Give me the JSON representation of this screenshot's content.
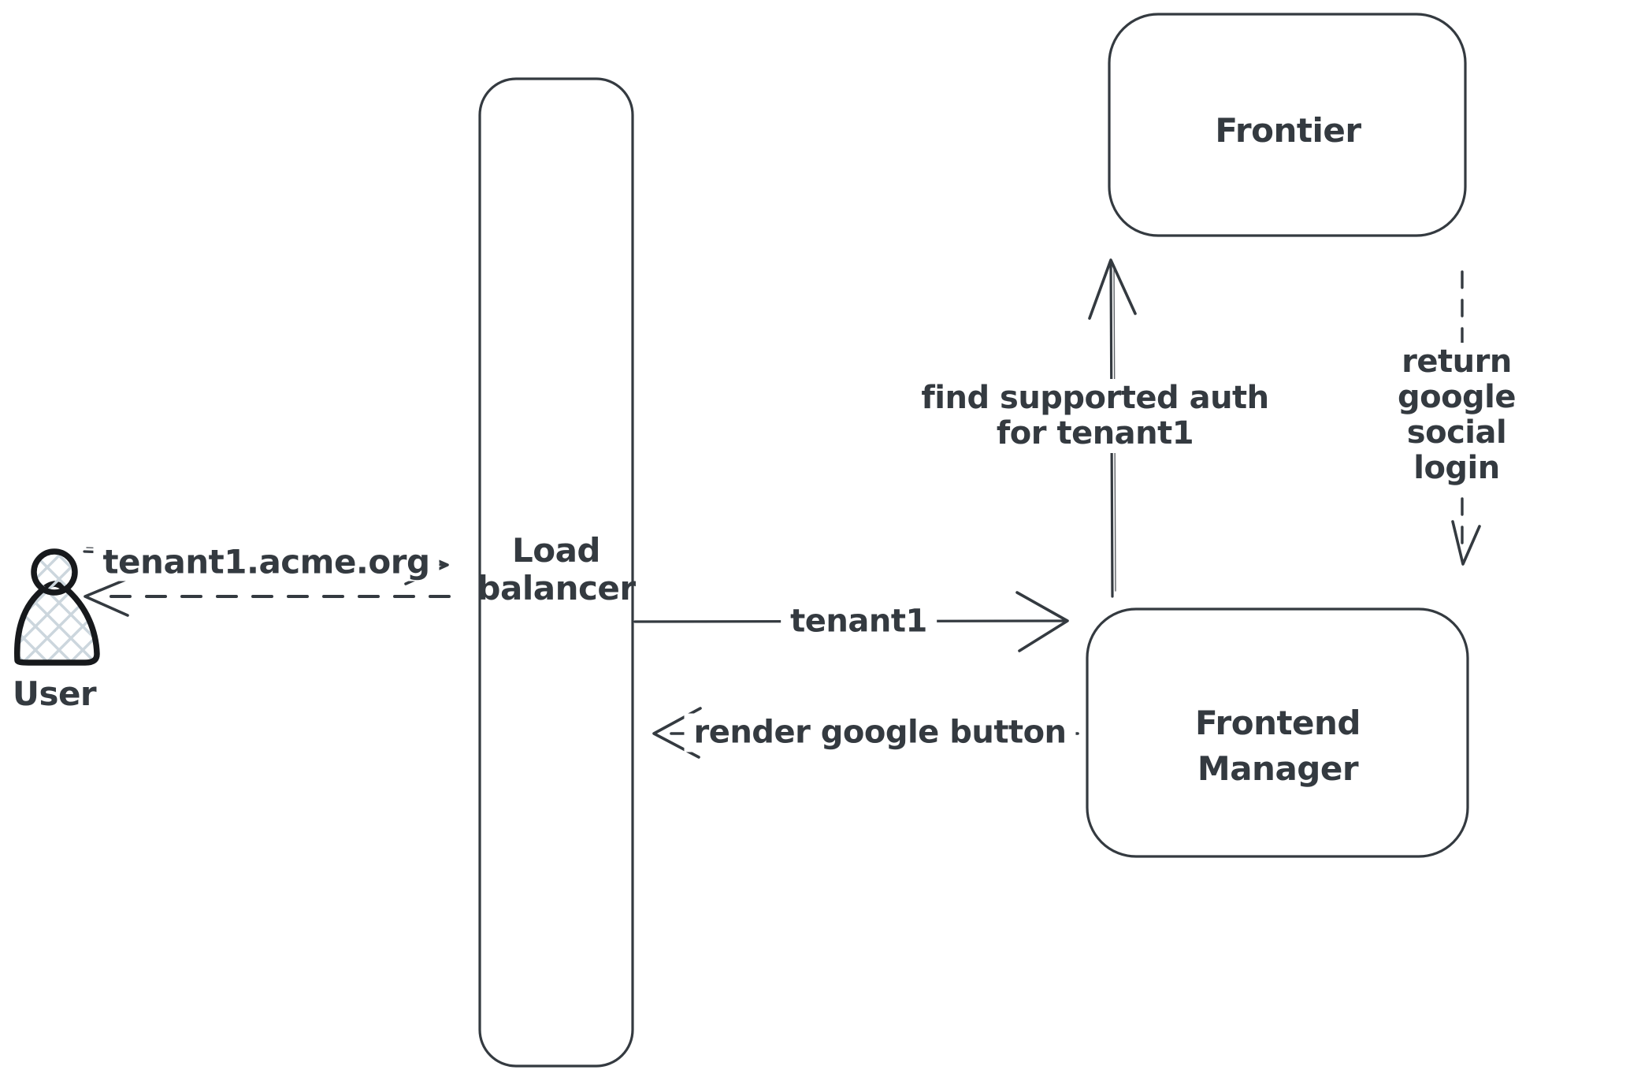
{
  "colors": {
    "bg": "#ffffff",
    "ink": "#343a40",
    "user-ink": "#17191c",
    "hatch": "#ccd6dd"
  },
  "nodes": {
    "user": {
      "label": "User"
    },
    "load_balancer": {
      "label": "Load\nbalancer"
    },
    "frontier": {
      "label": "Frontier"
    },
    "frontend_manager": {
      "label": "Frontend\nManager"
    }
  },
  "edges": {
    "request": {
      "label": "tenant1.acme.org",
      "style": "solid",
      "from": "user",
      "to": "load-balancer"
    },
    "response": {
      "style": "dashed",
      "from": "load-balancer",
      "to": "user"
    },
    "tenant1": {
      "label": "tenant1",
      "style": "solid",
      "from": "load-balancer",
      "to": "frontend-manager"
    },
    "render_button": {
      "label": "render google button",
      "style": "dashed",
      "from": "frontend-manager",
      "to": "load-balancer"
    },
    "find_auth": {
      "label": "find supported auth\nfor tenant1",
      "style": "solid",
      "from": "frontend-manager",
      "to": "frontier"
    },
    "return_login": {
      "label": "return google social\nlogin",
      "style": "dashed",
      "from": "frontier",
      "to": "frontend-manager"
    }
  }
}
